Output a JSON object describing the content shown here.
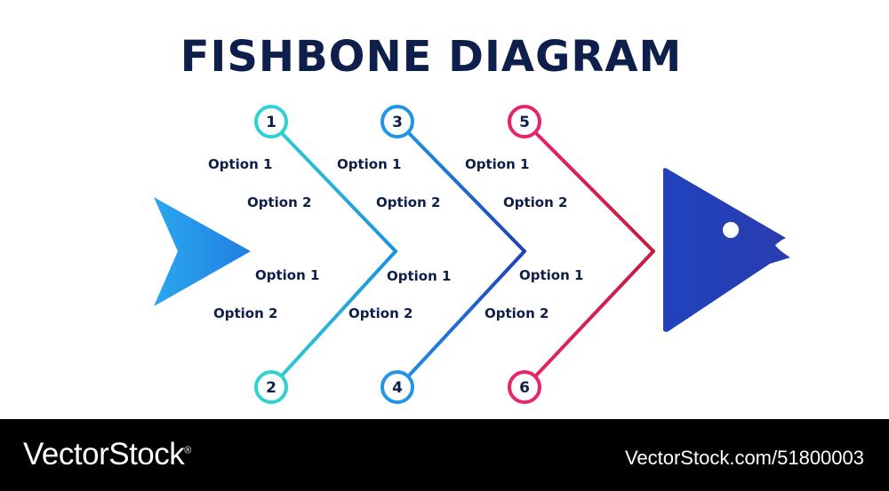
{
  "title": "FISHBONE DIAGRAM",
  "diagram": {
    "categories": [
      {
        "number": "1",
        "color": "#2fd1d1",
        "options": [
          "Option 1",
          "Option 2"
        ]
      },
      {
        "number": "2",
        "color": "#2fd1d1",
        "options": [
          "Option 1",
          "Option 2"
        ]
      },
      {
        "number": "3",
        "color": "#2196e8",
        "options": [
          "Option 1",
          "Option 2"
        ]
      },
      {
        "number": "4",
        "color": "#2196e8",
        "options": [
          "Option 1",
          "Option 2"
        ]
      },
      {
        "number": "5",
        "color": "#e8246a",
        "options": [
          "Option 1",
          "Option 2"
        ]
      },
      {
        "number": "6",
        "color": "#e8246a",
        "options": [
          "Option 1",
          "Option 2"
        ]
      }
    ],
    "colors": {
      "tail": "#2196e8",
      "spine": "#1e6fd6",
      "head": "#1f3fb8",
      "text": "#0f1f4b"
    }
  },
  "footer": {
    "brand": "VectorStock",
    "trademark": "®",
    "ref": "VectorStock.com/51800003"
  }
}
